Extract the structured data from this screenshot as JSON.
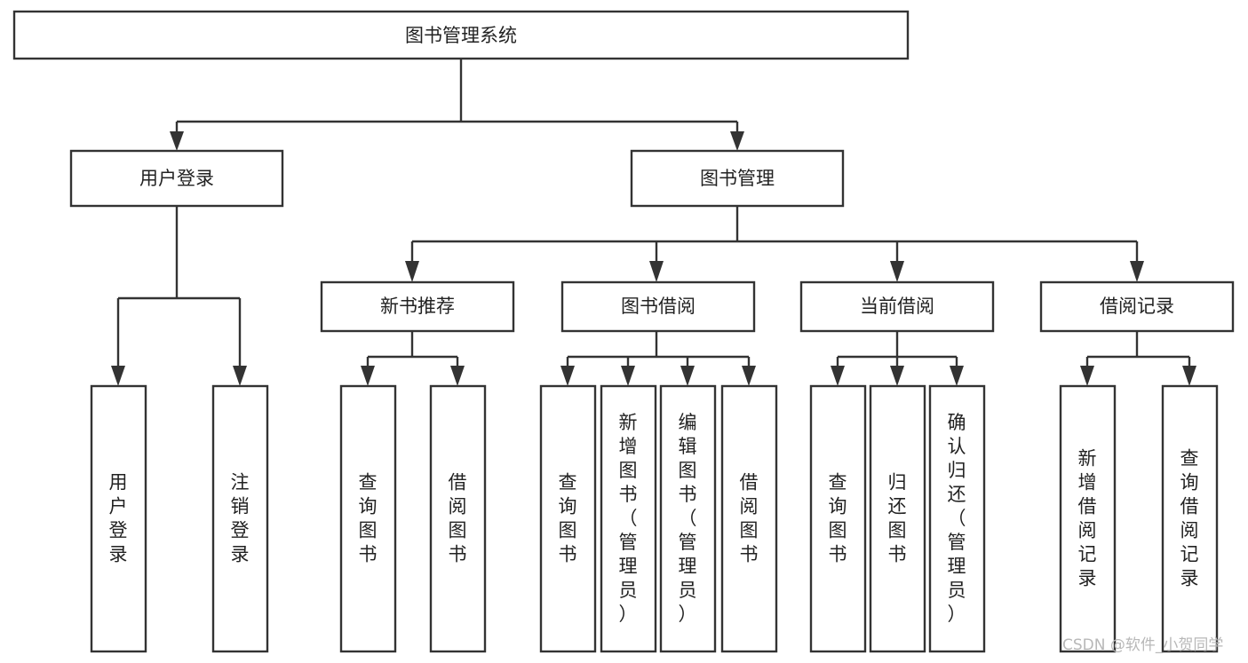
{
  "diagram": {
    "type": "tree",
    "title": "图书管理系统",
    "orientation": "top-down",
    "colors": {
      "box_fill": "#ffffff",
      "box_stroke": "#333333",
      "text": "#222222",
      "watermark": "#b8b8b8",
      "background": "#ffffff"
    },
    "root": {
      "label": "图书管理系统"
    },
    "level1": [
      {
        "label": "用户登录"
      },
      {
        "label": "图书管理"
      }
    ],
    "level2": [
      {
        "label": "新书推荐"
      },
      {
        "label": "图书借阅"
      },
      {
        "label": "当前借阅"
      },
      {
        "label": "借阅记录"
      }
    ],
    "leaves": {
      "user_login": [
        {
          "label": "用户登录"
        },
        {
          "label": "注销登录"
        }
      ],
      "new_book_recommend": [
        {
          "label": "查询图书"
        },
        {
          "label": "借阅图书"
        }
      ],
      "book_borrow": [
        {
          "label": "查询图书"
        },
        {
          "label": "新增图书（管理员）"
        },
        {
          "label": "编辑图书（管理员）"
        },
        {
          "label": "借阅图书"
        }
      ],
      "current_borrow": [
        {
          "label": "查询图书"
        },
        {
          "label": "归还图书"
        },
        {
          "label": "确认归还（管理员）"
        }
      ],
      "borrow_record": [
        {
          "label": "新增借阅记录"
        },
        {
          "label": "查询借阅记录"
        }
      ]
    }
  },
  "watermark": {
    "text": "CSDN @软件_小贺同学"
  }
}
